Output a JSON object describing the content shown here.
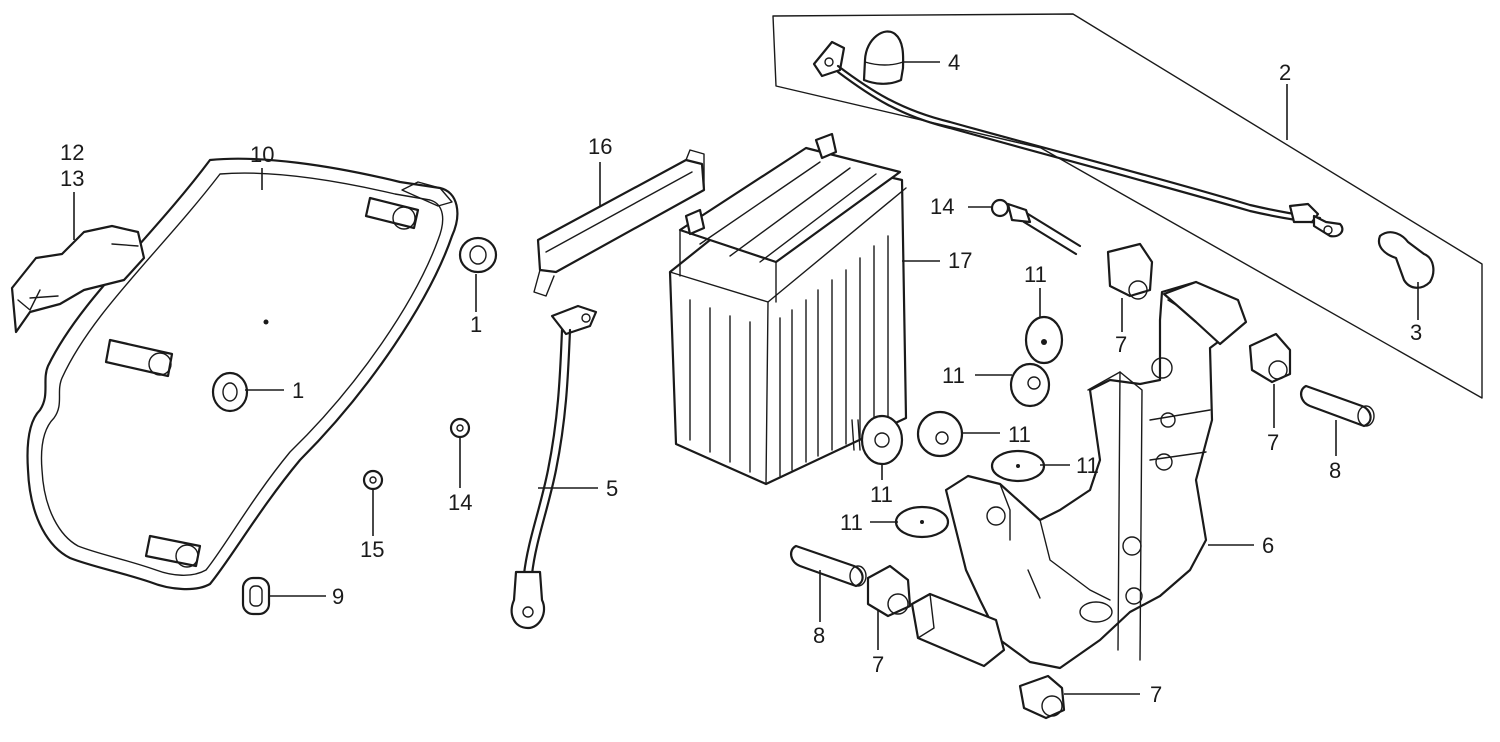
{
  "callouts": [
    {
      "id": "c1a",
      "text": "1"
    },
    {
      "id": "c1b",
      "text": "1"
    },
    {
      "id": "c2",
      "text": "2"
    },
    {
      "id": "c3",
      "text": "3"
    },
    {
      "id": "c4",
      "text": "4"
    },
    {
      "id": "c5",
      "text": "5"
    },
    {
      "id": "c6",
      "text": "6"
    },
    {
      "id": "c7a",
      "text": "7"
    },
    {
      "id": "c7b",
      "text": "7"
    },
    {
      "id": "c7c",
      "text": "7"
    },
    {
      "id": "c7d",
      "text": "7"
    },
    {
      "id": "c8a",
      "text": "8"
    },
    {
      "id": "c8b",
      "text": "8"
    },
    {
      "id": "c9",
      "text": "9"
    },
    {
      "id": "c10",
      "text": "10"
    },
    {
      "id": "c11a",
      "text": "11"
    },
    {
      "id": "c11b",
      "text": "11"
    },
    {
      "id": "c11c",
      "text": "11"
    },
    {
      "id": "c11d",
      "text": "11"
    },
    {
      "id": "c11e",
      "text": "11"
    },
    {
      "id": "c11f",
      "text": "11"
    },
    {
      "id": "c12",
      "text": "12"
    },
    {
      "id": "c13",
      "text": "13"
    },
    {
      "id": "c14a",
      "text": "14"
    },
    {
      "id": "c14b",
      "text": "14"
    },
    {
      "id": "c15",
      "text": "15"
    },
    {
      "id": "c16",
      "text": "16"
    },
    {
      "id": "c17",
      "text": "17"
    }
  ]
}
